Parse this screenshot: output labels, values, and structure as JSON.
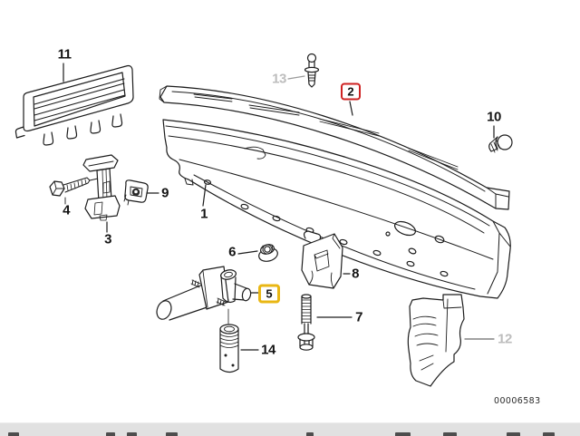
{
  "diagram": {
    "doc_number": "00006583",
    "parts": {
      "p1": "1",
      "p2": "2",
      "p3": "3",
      "p4": "4",
      "p5": "5",
      "p6": "6",
      "p7": "7",
      "p8": "8",
      "p9": "9",
      "p10": "10",
      "p11": "11",
      "p12": "12",
      "p13": "13",
      "p14": "14"
    },
    "highlight": {
      "red_boxed_part": "2",
      "yellow_boxed_part": "5",
      "red_color": "#ce2222",
      "yellow_color": "#e9b714",
      "dimmed_parts": [
        "12",
        "13"
      ],
      "dimmed_color": "#bdbdbd",
      "line_color": "#1c1c1c"
    }
  }
}
